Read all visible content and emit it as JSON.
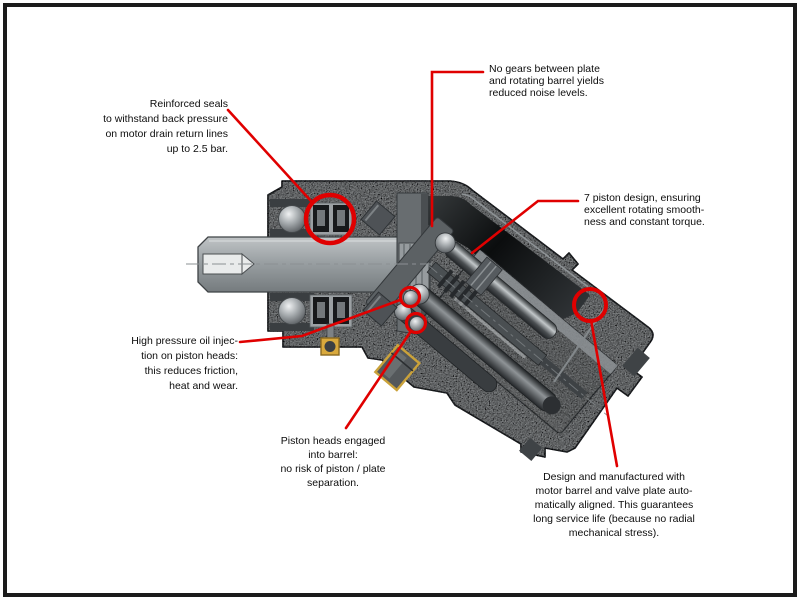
{
  "frame": {
    "border_color": "#1b1b1b",
    "background": "#ffffff"
  },
  "diagram": {
    "subject": "bent-axis piston hydraulic motor cutaway",
    "accent_color": "#e00000",
    "housing_color": "#b6babc",
    "barrel_color": "#a7abad",
    "cavity_color": "#121415",
    "seal_color": "#17191b",
    "fitting_color": "#d9a93c"
  },
  "callouts": [
    {
      "id": "reinforced-seals",
      "align": "right",
      "text": "Reinforced seals\nto withstand back pressure\non motor drain return lines\nup to 2.5 bar."
    },
    {
      "id": "no-gears",
      "align": "left",
      "text": "No gears between plate\nand rotating barrel yields\nreduced noise levels."
    },
    {
      "id": "seven-piston",
      "align": "left",
      "text": "7 piston design, ensuring\nexcellent rotating smooth-\nness and constant torque."
    },
    {
      "id": "oil-injection",
      "align": "right",
      "text": "High pressure oil injec-\ntion on piston heads:\nthis reduces friction,\nheat and wear."
    },
    {
      "id": "piston-heads",
      "align": "center",
      "text": "Piston heads engaged\ninto barrel:\nno risk of piston / plate\nseparation."
    },
    {
      "id": "auto-aligned",
      "align": "center",
      "text": "Design and manufactured with\nmotor barrel and valve plate auto-\nmatically aligned. This guarantees\nlong service life (because no radial\nmechanical stress)."
    }
  ]
}
